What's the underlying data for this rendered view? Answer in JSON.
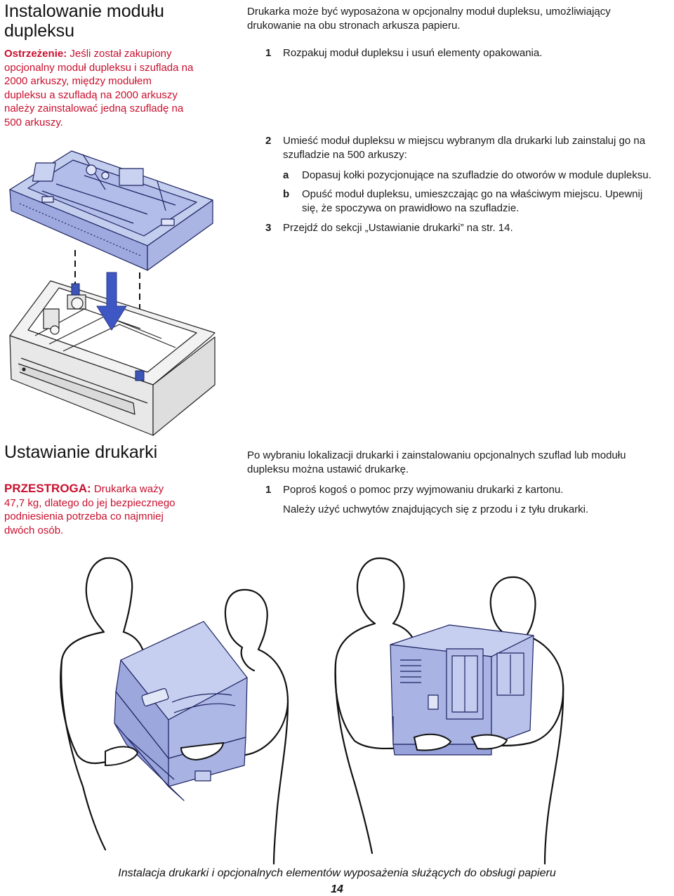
{
  "section1": {
    "title_line1": "Instalowanie modułu",
    "title_line2": "dupleksu",
    "warning_label": "Ostrzeżenie:",
    "warning_lines": [
      " Jeśli został zakupiony",
      "opcjonalny moduł dupleksu i szuflada na",
      "2000 arkuszy, między modułem",
      "dupleksu a szufladą na 2000 arkuszy",
      "należy zainstalować jedną szufladę na",
      "500 arkuszy."
    ],
    "intro_lines": [
      "Drukarka może być wyposażona w opcjonalny moduł dupleksu, umożliwiający",
      "drukowanie na obu stronach arkusza papieru."
    ],
    "step1_num": "1",
    "step1_text": "Rozpakuj moduł dupleksu i usuń elementy opakowania.",
    "step2_num": "2",
    "step2_lines": [
      "Umieść moduł dupleksu w miejscu wybranym dla drukarki lub zainstaluj go na",
      "szufladzie na 500 arkuszy:"
    ],
    "step2a_letter": "a",
    "step2a_text": "Dopasuj kołki pozycjonujące na szufladzie do otworów w module dupleksu.",
    "step2b_letter": "b",
    "step2b_lines": [
      "Opuść moduł dupleksu, umieszczając go na właściwym miejscu. Upewnij",
      "się, że spoczywa on prawidłowo na szufladzie."
    ],
    "step3_num": "3",
    "step3_text": "Przejdź do sekcji „Ustawianie drukarki” na str. 14."
  },
  "section2": {
    "title": "Ustawianie drukarki",
    "caution_label": "PRZESTROGA:",
    "caution_lines": [
      " Drukarka waży",
      "47,7 kg, dlatego do jej bezpiecznego",
      "podniesienia potrzeba co najmniej",
      "dwóch osób."
    ],
    "intro_lines": [
      "Po wybraniu lokalizacji drukarki i zainstalowaniu opcjonalnych szuflad lub modułu",
      "dupleksu można ustawić drukarkę."
    ],
    "step1_num": "1",
    "step1_text": "Poproś kogoś o pomoc przy wyjmowaniu drukarki z kartonu.",
    "step1_note": "Należy użyć uchwytów znajdujących się z przodu i z tyłu drukarki."
  },
  "footer": {
    "text": "Instalacja drukarki i opcjonalnych elementów wyposażenia służących do obsługi papieru",
    "page_number": "14"
  },
  "colors": {
    "warning_red": "#c8102e",
    "device_blue": "#b9c4ec",
    "device_blue_dark": "#8e9ad8",
    "arrow_blue": "#3f57c4"
  }
}
